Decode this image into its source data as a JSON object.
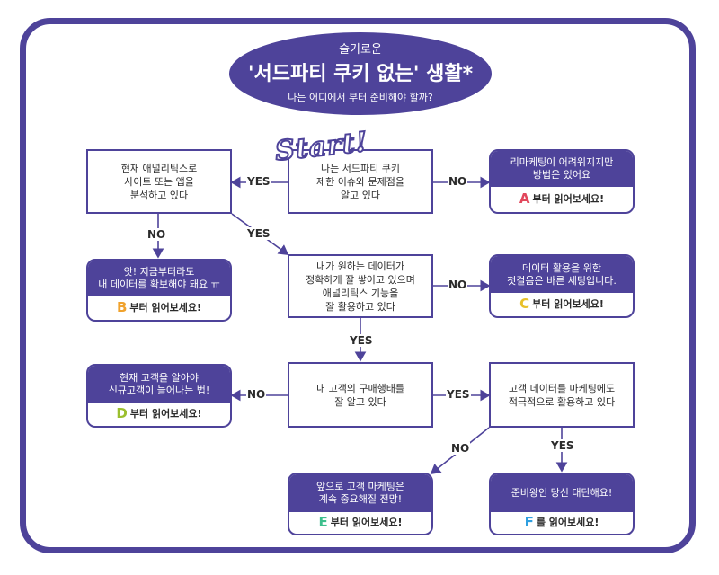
{
  "title": {
    "line1": "슬기로운",
    "line2": "'서드파티 쿠키 없는' 생활*",
    "line3": "나는 어디에서 부터 준비해야 할까?"
  },
  "start_label": "Start!",
  "nodes": {
    "q1": "나는 서드파티 쿠키\n제한 이슈와 문제점을\n알고 있다",
    "q2": "현재 애널리틱스로\n사이트 또는 앱을\n분석하고 있다",
    "q3": "내가 원하는 데이터가\n정확하게 잘 쌓이고 있으며\n애널리틱스 기능을\n잘 활용하고 있다",
    "q4": "내 고객의 구매행태를\n잘 알고 있다",
    "q5": "고객 데이터를 마케팅에도\n적극적으로 활용하고 있다"
  },
  "results": {
    "A": {
      "text": "리마케팅이 어려워지지만\n방법은 있어요",
      "letter": "A",
      "suffix": "부터 읽어보세요!",
      "color": "#e2475c"
    },
    "B": {
      "text": "앗! 지금부터라도\n내 데이터를 확보해야 돼요 ㅠ",
      "letter": "B",
      "suffix": "부터 읽어보세요!",
      "color": "#f0a22d"
    },
    "C": {
      "text": "데이터 활용을 위한\n첫걸음은 바른 세팅입니다.",
      "letter": "C",
      "suffix": "부터 읽어보세요!",
      "color": "#e8c02a"
    },
    "D": {
      "text": "현재 고객을 알아야\n신규고객이 늘어나는 법!",
      "letter": "D",
      "suffix": "부터 읽어보세요!",
      "color": "#9bbf2e"
    },
    "E": {
      "text": "앞으로 고객 마케팅은\n계속 중요해질 전망!",
      "letter": "E",
      "suffix": "부터 읽어보세요!",
      "color": "#3cbf8c"
    },
    "F": {
      "text": "준비왕인 당신 대단해요!",
      "letter": "F",
      "suffix": "를 읽어보세요!",
      "color": "#2f9fe0"
    }
  },
  "edge_labels": {
    "yes": "YES",
    "no": "NO"
  }
}
